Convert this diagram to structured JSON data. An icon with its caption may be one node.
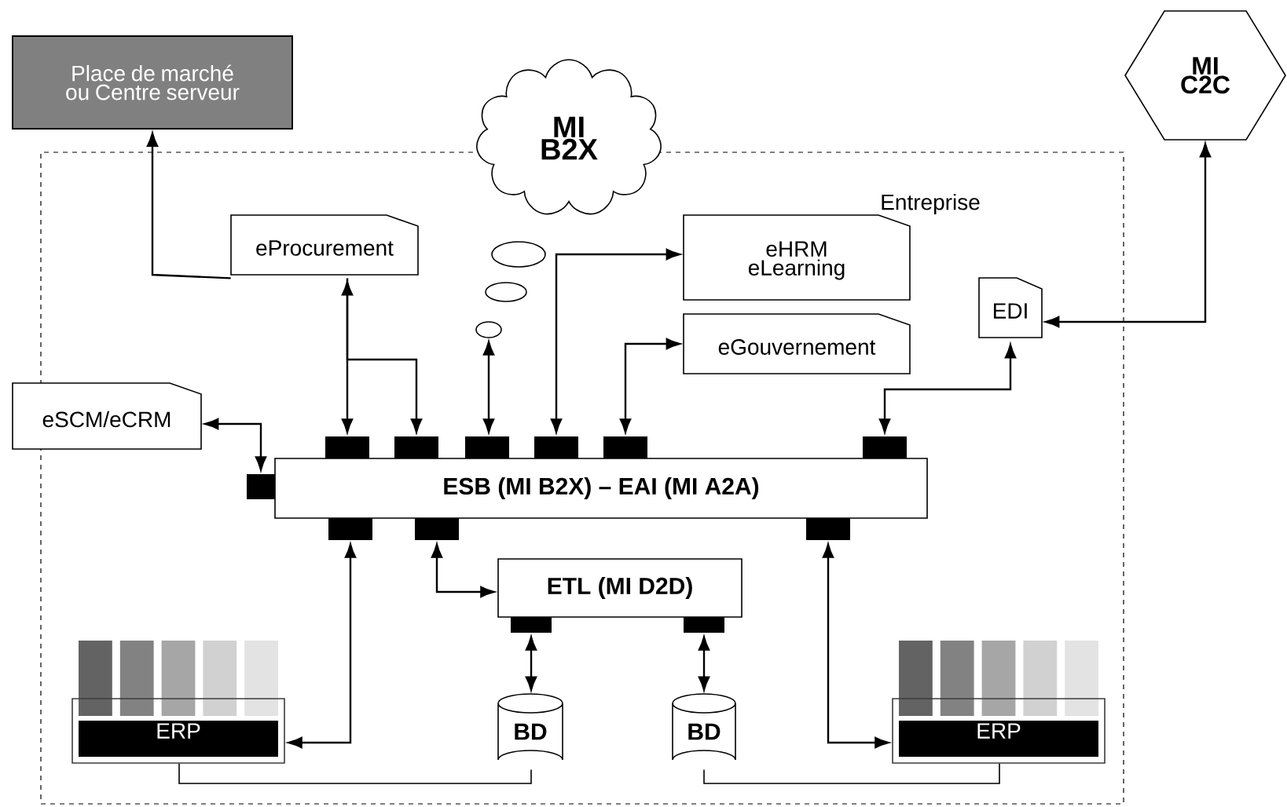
{
  "diagram": {
    "nodes": [
      {
        "text": [
          "Place de marché ou Centre serveur"
        ]
      },
      {
        "text": [
          "Entreprise"
        ]
      },
      {
        "text": [
          "MI B2X"
        ]
      },
      {
        "text": [
          "MI C2C"
        ]
      },
      {
        "text": [
          "eProcurement"
        ],
        "in": 1
      },
      {
        "text": [],
        "shape": "ellipse",
        "in": 1
      },
      {
        "text": [
          "eHRM eLearning"
        ],
        "in": 1
      },
      {
        "text": [
          "eGouvernement"
        ],
        "in": 1
      },
      {
        "text": [
          "EDI"
        ],
        "in": 1
      },
      {
        "text": [
          "eSCM/eCRM"
        ]
      },
      {
        "text": [
          "ESB (MI B2X) – EAI (MI A2A)"
        ],
        "in": 1
      },
      {
        "text": [
          "ETL (MI D2D)"
        ],
        "in": 1
      },
      {
        "text": [
          "BD"
        ],
        "in": 1
      },
      {
        "text": [
          "BD"
        ],
        "in": 1
      },
      {
        "text": [
          "ERP"
        ],
        "in": 1
      },
      {
        "text": [
          "ERP"
        ],
        "in": 1
      }
    ],
    "edges": [
      {
        "from": 4,
        "to": 0,
        "arrow": "to"
      },
      {
        "from": 10,
        "to": 4,
        "arrow": "both"
      },
      {
        "from": 4,
        "to": 10,
        "arrow": "to"
      },
      {
        "from": 10,
        "to": 5,
        "arrow": "both"
      },
      {
        "from": 10,
        "to": 6,
        "arrow": "both"
      },
      {
        "from": 10,
        "to": 7,
        "arrow": "both"
      },
      {
        "from": 10,
        "to": 8,
        "arrow": "both"
      },
      {
        "from": 8,
        "to": 3,
        "arrow": "both"
      },
      {
        "from": 9,
        "to": 10,
        "arrow": "both"
      },
      {
        "from": 10,
        "to": 14,
        "arrow": "both"
      },
      {
        "from": 10,
        "to": 11,
        "arrow": "both"
      },
      {
        "from": 10,
        "to": 15,
        "arrow": "both"
      },
      {
        "from": 11,
        "to": 12,
        "arrow": "both"
      },
      {
        "from": 11,
        "to": 13,
        "arrow": "both"
      },
      {
        "from": 14,
        "to": 12,
        "arrow": "none"
      },
      {
        "from": 13,
        "to": 15,
        "arrow": "none"
      }
    ]
  }
}
